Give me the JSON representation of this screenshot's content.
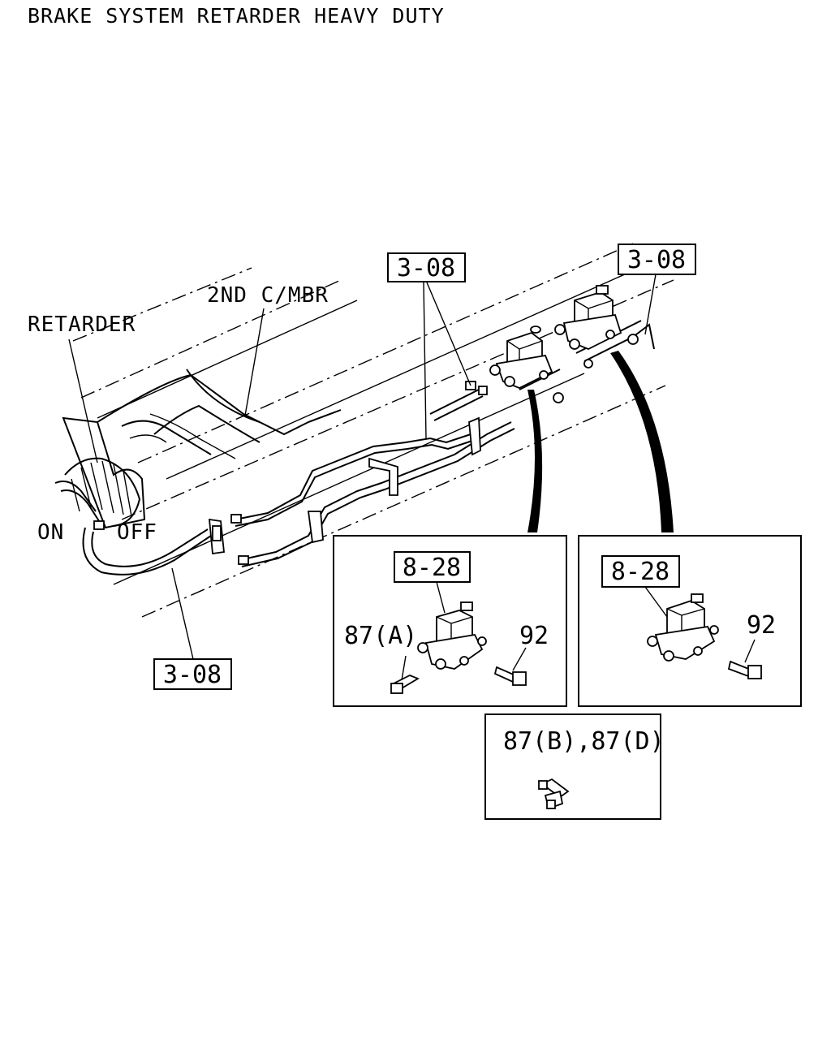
{
  "title": "BRAKE SYSTEM RETARDER HEAVY DUTY",
  "labels": {
    "retarder": "RETARDER",
    "second_crossmember": "2ND C/MBR",
    "on": "ON",
    "off": "OFF"
  },
  "references": {
    "ref_top_center": "3-08",
    "ref_top_right": "3-08",
    "ref_bottom_left": "3-08",
    "detail_left_ref": "8-28",
    "detail_right_ref": "8-28"
  },
  "parts": {
    "p87a": "87(A)",
    "p92_left": "92",
    "p92_right": "92",
    "p87bd": "87(B),87(D)"
  }
}
